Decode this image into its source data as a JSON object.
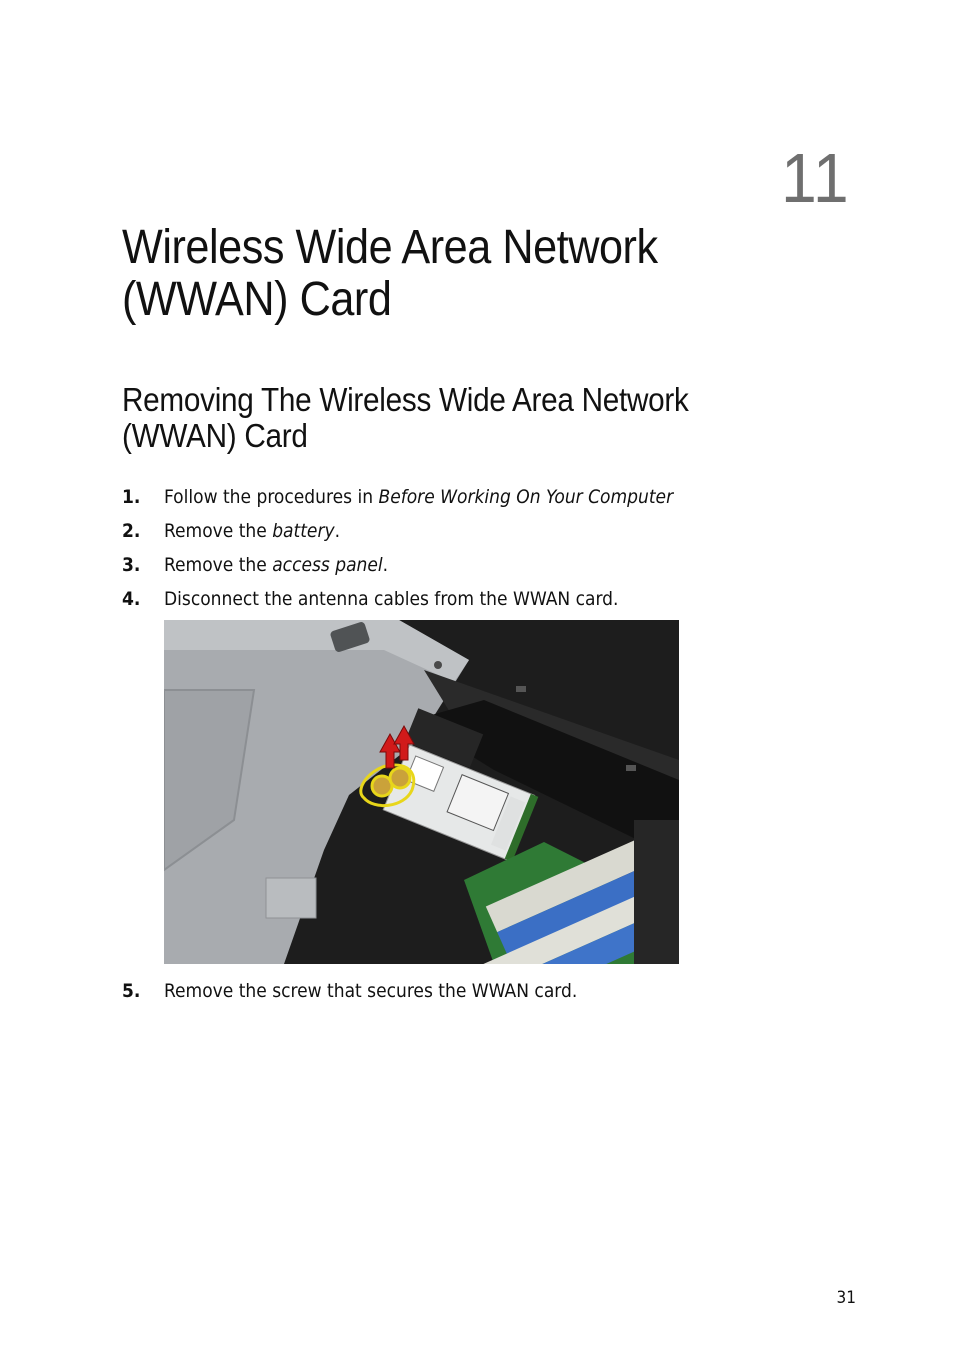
{
  "chapter": {
    "number": "11",
    "title": "Wireless Wide Area Network (WWAN) Card"
  },
  "section": {
    "title": "Removing The Wireless Wide Area Network (WWAN) Card"
  },
  "steps": [
    {
      "num": "1.",
      "text": "Follow the procedures in ",
      "link": "Before Working On Your Computer",
      "after": ""
    },
    {
      "num": "2.",
      "text": "Remove the ",
      "link": "battery",
      "after": "."
    },
    {
      "num": "3.",
      "text": "Remove the ",
      "link": "access panel",
      "after": "."
    },
    {
      "num": "4.",
      "text": "Disconnect the antenna cables from the WWAN card.",
      "link": "",
      "after": ""
    },
    {
      "num": "5.",
      "text": "Remove the screw that secures the WWAN card.",
      "link": "",
      "after": ""
    }
  ],
  "figure": {
    "colors": {
      "chassis": "#a9acb0",
      "interior": "#1c1c1c",
      "card": "#e9eaea",
      "ram": "#3a6fc4",
      "arrow": "#d11a1a",
      "highlight": "#e6d21a"
    }
  },
  "page_number": "31"
}
